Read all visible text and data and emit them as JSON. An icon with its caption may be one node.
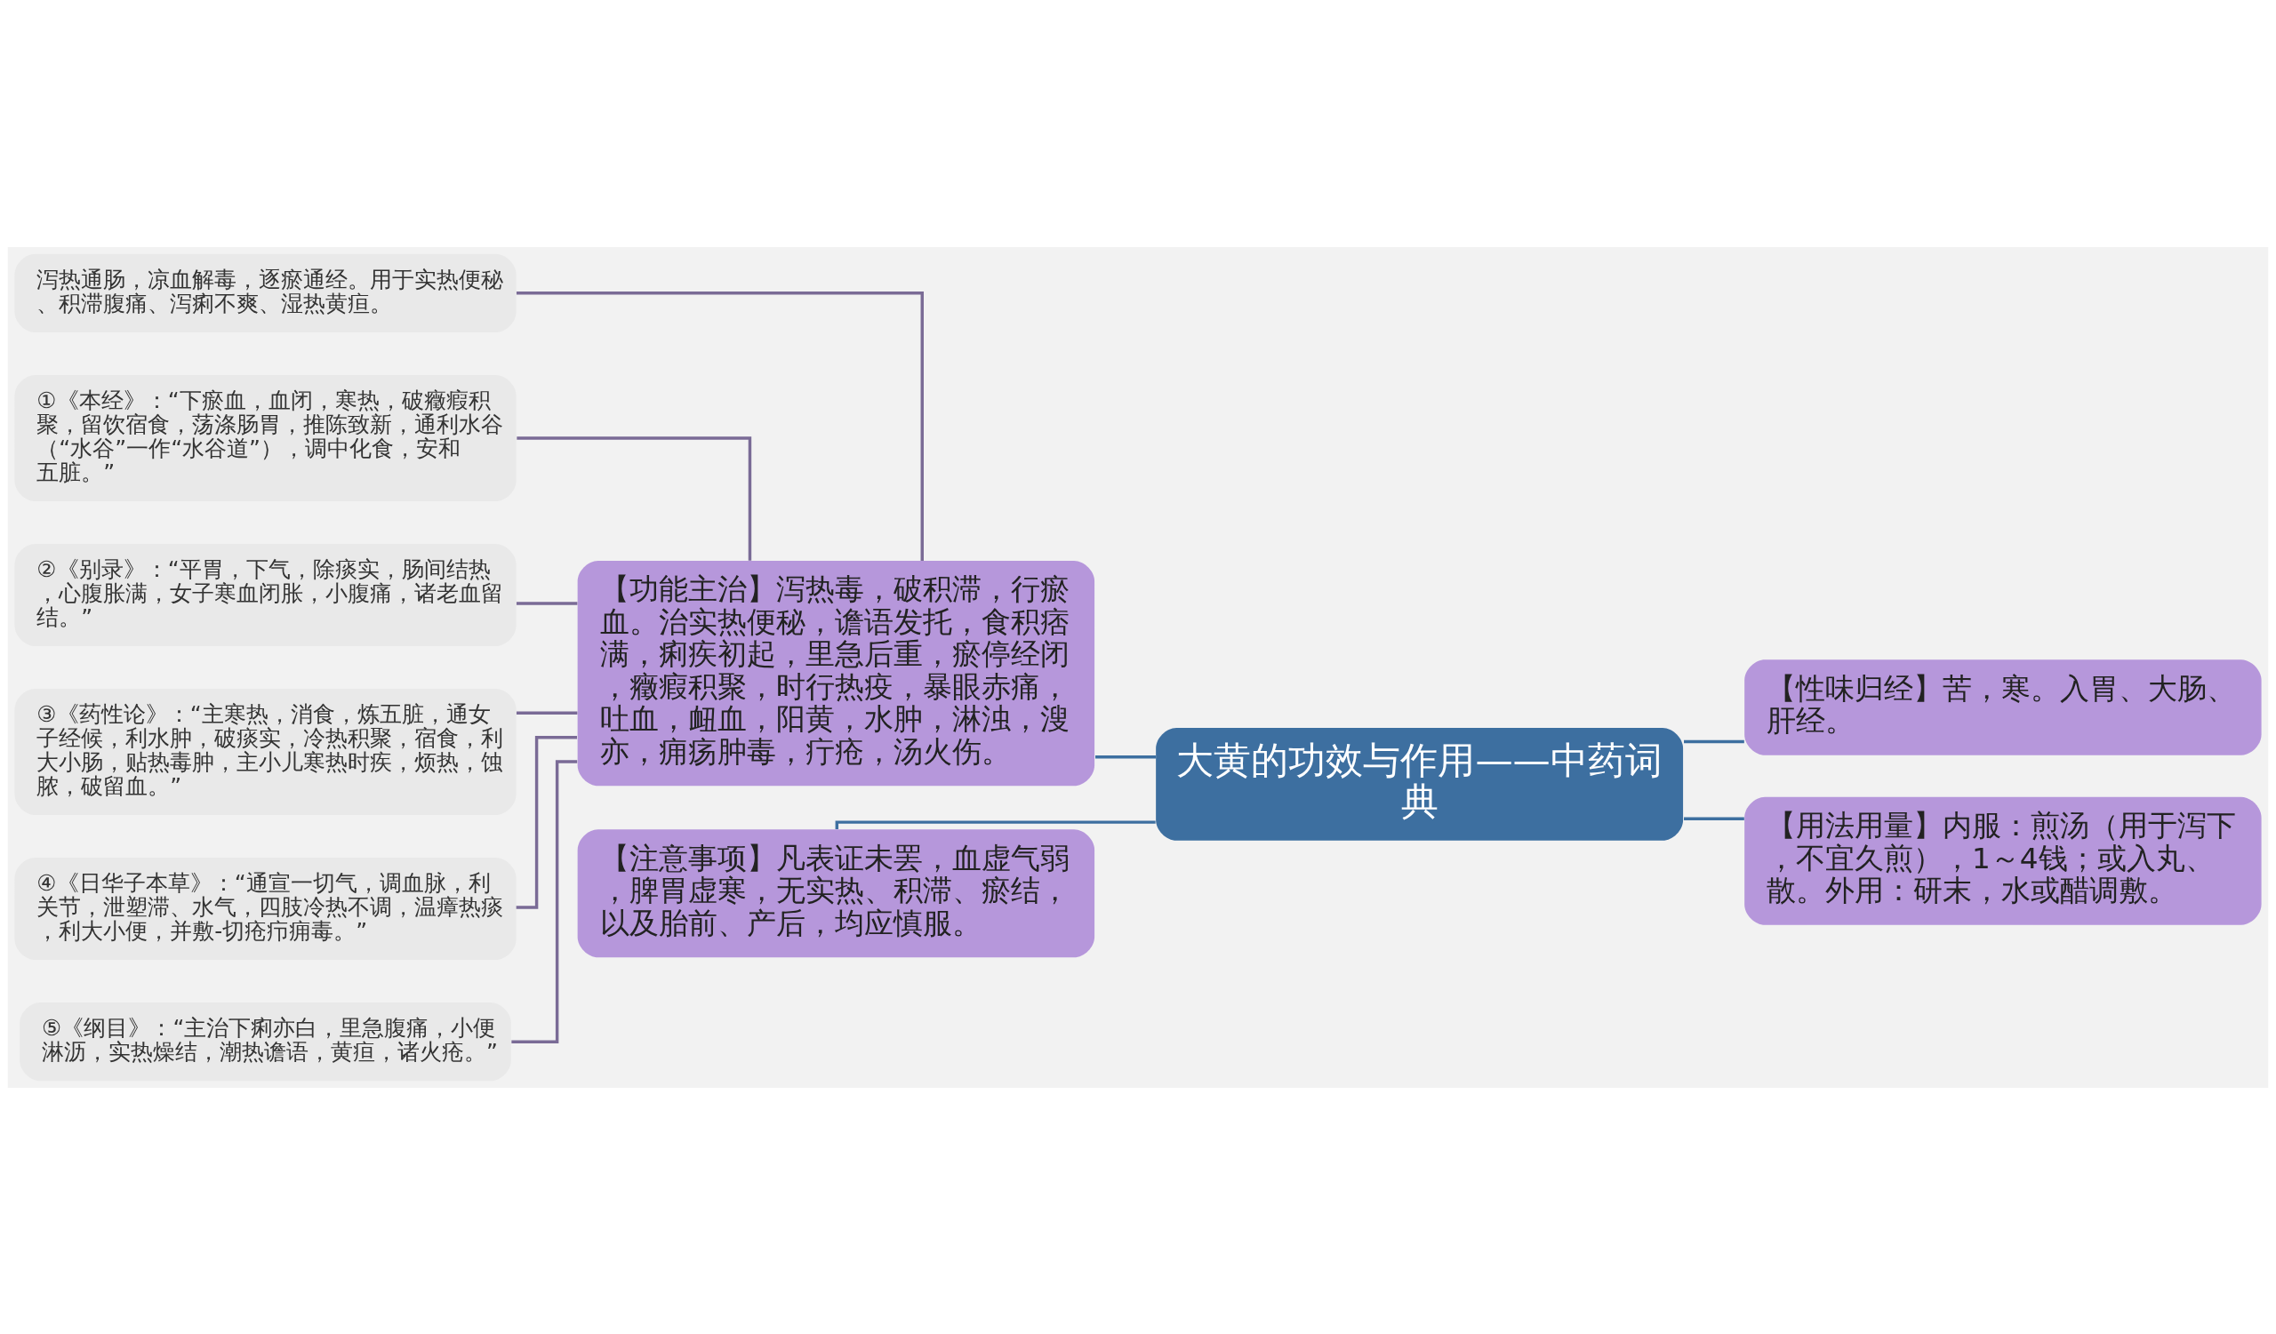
{
  "diagram": {
    "nodes": [
      {
        "text": [
          "大黄的功效与作用——中药词典"
        ]
      },
      {
        "text": [
          "【功能主治】泻热毒，破积滞，行瘀血。治实热便秘，谵语发托，食积痞满，痢疾初起，里急后重，瘀停经闭，癥瘕积聚，时行热疫，暴眼赤痛，吐血，衄血，阳黄，水肿，淋浊，溲亦，痈疡肿毒，疔疮，汤火伤。"
        ]
      },
      {
        "text": [
          "泻热通肠，凉血解毒，逐瘀通经。用于实热便秘、积滞腹痛、泻痢不爽、湿热黄疸。"
        ]
      },
      {
        "text": [
          "①《本经》：“下瘀血，血闭，寒热，破癥瘕积聚，留饮宿食，荡涤肠胃，推陈致新，通利水谷（“水谷”一作“水谷道”），调中化食，安和五脏。”"
        ]
      },
      {
        "text": [
          "②《别录》：“平胃，下气，除痰实，肠间结热，心腹胀满，女子寒血闭胀，小腹痛，诸老血留结。”"
        ]
      },
      {
        "text": [
          "③《药性论》：“主寒热，消食，炼五脏，通女子经候，利水肿，破痰实，冷热积聚，宿食，利大小肠，贴热毒肿，主小儿寒热时疾，烦热，蚀脓，破留血。”"
        ]
      },
      {
        "text": [
          "④《日华子本草》：“通宣一切气，调血脉，利关节，泄塑滞、水气，四肢冷热不调，温瘴热痰，利大小便，并敷-切疮疖痈毒。”"
        ]
      },
      {
        "text": [
          "⑤《纲目》：“主治下痢亦白，里急腹痛，小便淋沥，实热燥结，潮热谵语，黄疸，诸火疮。”"
        ]
      },
      {
        "text": [
          "【注意事项】凡表证未罢，血虚气弱，脾胃虚寒，无实热、积滞、瘀结，以及胎前、产后，均应慎服。"
        ]
      },
      {
        "text": [
          "【性味归经】苦，寒。入胃、大肠、肝经。"
        ]
      },
      {
        "text": [
          "【用法用量】内服：煎汤（用于泻下，不宜久煎），1～4钱；或入丸、散。外用：研末，水或醋调敷。"
        ]
      }
    ],
    "edges": [
      {
        "from": 0,
        "to": 1,
        "arrow": "none",
        "color": "#3d6fa0"
      },
      {
        "from": 1,
        "to": 2,
        "arrow": "none"
      },
      {
        "from": 1,
        "to": 3,
        "arrow": "none"
      },
      {
        "from": 1,
        "to": 4,
        "arrow": "none"
      },
      {
        "from": 1,
        "to": 5,
        "arrow": "none"
      },
      {
        "from": 1,
        "to": 6,
        "arrow": "none"
      },
      {
        "from": 1,
        "to": 7,
        "arrow": "none"
      },
      {
        "from": 0,
        "to": 8,
        "arrow": "none",
        "color": "#3d6fa0"
      },
      {
        "from": 0,
        "to": 9,
        "arrow": "none",
        "color": "#3d6fa0"
      },
      {
        "from": 0,
        "to": 10,
        "arrow": "none",
        "color": "#3d6fa0"
      }
    ]
  }
}
